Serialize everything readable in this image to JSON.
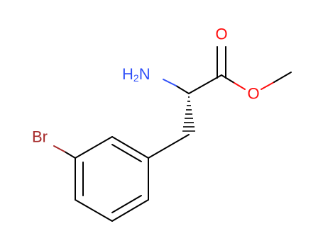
{
  "molecule": {
    "atoms": {
      "oxygen_carbonyl": {
        "symbol": "O",
        "color": "#ff0d0d"
      },
      "oxygen_ester": {
        "symbol": "O",
        "color": "#ff0d0d"
      },
      "amine": {
        "symbol": "H",
        "subscript": "2",
        "suffix": "N",
        "color": "#3050f8"
      },
      "bromine": {
        "symbol": "Br",
        "color": "#a62929"
      }
    },
    "colors": {
      "bond": "#000000",
      "background": "#ffffff"
    }
  }
}
